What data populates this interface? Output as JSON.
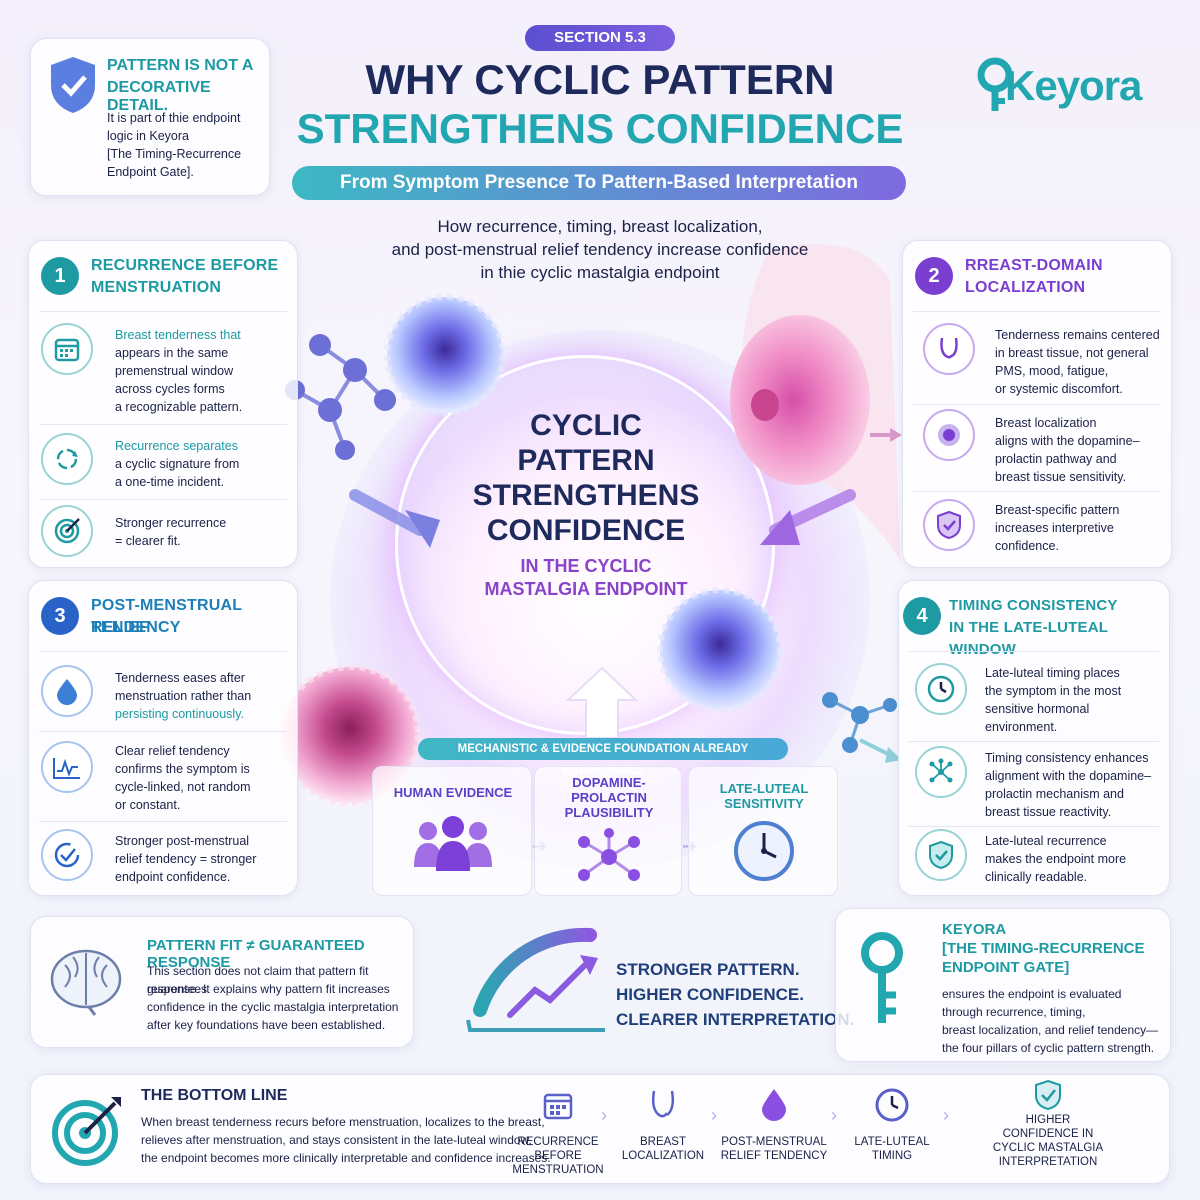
{
  "header": {
    "section_badge": "SECTION 5.3",
    "title_line1": "WHY CYCLIC PATTERN",
    "title_line2": "STRENGTHENS CONFIDENCE",
    "subtitle_banner": "From Symptom Presence To Pattern-Based Interpretation",
    "intro_line1": "How recurrence, timing, breast localization,",
    "intro_line2": "and post-menstrual relief tendency increase confidence",
    "intro_line3": "in thie cyclic mastalgia endpoint",
    "logo": "Keyora"
  },
  "note_card": {
    "title_line1": "PATTERN IS NOT A",
    "title_line2": "DECORATIVE DETAIL.",
    "body_line1": "It is part of thie endpoint",
    "body_line2": "logic in Keyora",
    "body_line3": "[The Timing-Recurrence",
    "body_line4": "Endpoint Gate]."
  },
  "section1": {
    "number": "1",
    "title_line1": "RECURRENCE BEFORE",
    "title_line2": "MENSTRUATION",
    "items": [
      {
        "lines": [
          "Breast tenderness that",
          "appears in the same",
          "premenstrual window",
          "across cycles forms",
          "a recognizable pattern."
        ]
      },
      {
        "lines": [
          "Recurrence separates",
          "a cyclic signature from",
          "a one-time incident."
        ]
      },
      {
        "lines": [
          "Stronger recurrence",
          "= clearer fit."
        ]
      }
    ]
  },
  "section2": {
    "number": "2",
    "title_line1": "RREAST-DOMAIN",
    "title_line2": "LOCALIZATION",
    "items": [
      {
        "lines": [
          "Tenderness remains centered",
          "in breast tissue, not general",
          "PMS, mood, fatigue,",
          "or systemic discomfort."
        ]
      },
      {
        "lines": [
          "Breast localization",
          "aligns with the dopamine–",
          "prolactin pathway and",
          "breast tissue sensitivity."
        ]
      },
      {
        "lines": [
          "Breast-specific pattern",
          "increases interpretive",
          "confidence."
        ]
      }
    ]
  },
  "section3": {
    "number": "3",
    "title_line1": "POST-MENSTRUAL RELIEF",
    "title_line2": "TENDENCY",
    "items": [
      {
        "lines": [
          "Tenderness eases after",
          "menstruation rather than",
          "persisting continuously."
        ]
      },
      {
        "lines": [
          "Clear relief tendency",
          "confirms the symptom is",
          "cycle-linked, not random",
          "or constant."
        ]
      },
      {
        "lines": [
          "Stronger post-menstrual",
          "relief tendency = stronger",
          "endpoint confidence."
        ]
      }
    ]
  },
  "section4": {
    "number": "4",
    "title_line1": "TIMING CONSISTENCY",
    "title_line2": "IN THE LATE-LUTEAL WINDOW",
    "items": [
      {
        "lines": [
          "Late-luteal timing places",
          "the symptom in the most",
          "sensitive hormonal",
          "environment."
        ]
      },
      {
        "lines": [
          "Timing consistency enhances",
          "alignment with the dopamine–",
          "prolactin mechanism and",
          "breast tissue reactivity."
        ]
      },
      {
        "lines": [
          "Late-luteal recurrence",
          "makes the endpoint more",
          "clinically readable."
        ]
      }
    ]
  },
  "center": {
    "line1": "CYCLIC",
    "line2": "PATTERN",
    "line3": "STRENGTHENS",
    "line4": "CONFIDENCE",
    "sub1": "IN THE CYCLIC",
    "sub2": "MASTALGIA ENDPOINT"
  },
  "foundation": {
    "banner": "MECHANISTIC & EVIDENCE FOUNDATION ALREADY ESTABLISHED",
    "human": "HUMAN EVIDENCE",
    "dopa_line1": "DOPAMINE-",
    "dopa_line2": "PROLACTIN",
    "dopa_line3": "PLAUSIBILITY",
    "late_line1": "LATE-LUTEAL",
    "late_line2": "SENSITIVITY"
  },
  "fit_card": {
    "title": "PATTERN FIT ≠ GUARANTEED RESPONSE",
    "body_line1": "This section does not claim that pattern fit guarentees",
    "body_line2": "response. It explains why pattern fit increases",
    "body_line3": "confidence in the cyclic mastalgia interpretation",
    "body_line4": "after key foundations have been established."
  },
  "gauge": {
    "line1": "STRONGER PATTERN.",
    "line2": "HIGHER CONFIDENCE.",
    "line3": "CLEARER INTERPRETATION."
  },
  "keyora_card": {
    "title_line1": "KEYORA",
    "title_line2": "[THE TIMING-RECURRENCE",
    "title_line3": "ENDPOINT GATE]",
    "body_line1": "ensures the endpoint is evaluated",
    "body_line2": "through recurrence, timing,",
    "body_line3": "breast localization, and relief tendency—",
    "body_line4": "the four pillars of cyclic pattern strength."
  },
  "bottom": {
    "title": "THE BOTTOM LINE",
    "body_line1": "When breast tenderness recurs before menstruation, localizes to the breast,",
    "body_line2": "relieves after menstruation, and stays consistent in the late-luteal window,",
    "body_line3": "the endpoint becomes more clinically interpretable and confidence increases.",
    "flow": [
      {
        "lines": [
          "RECURRENCE",
          "BEFORE",
          "MENSTRUATION"
        ]
      },
      {
        "lines": [
          "BREAST",
          "LOCALIZATION"
        ]
      },
      {
        "lines": [
          "POST-MENSTRUAL",
          "RELIEF TENDENCY"
        ]
      },
      {
        "lines": [
          "LATE-LUTEAL",
          "TIMING"
        ]
      },
      {
        "lines": [
          "HIGHER",
          "CONFIDENCE IN",
          "CYCLIC MASTALGIA",
          "INTERPRETATION"
        ]
      }
    ]
  },
  "colors": {
    "teal": "#1d9aa2",
    "purple": "#7a3fd0",
    "navy": "#1b2147",
    "banner": "#3fb6c4"
  }
}
